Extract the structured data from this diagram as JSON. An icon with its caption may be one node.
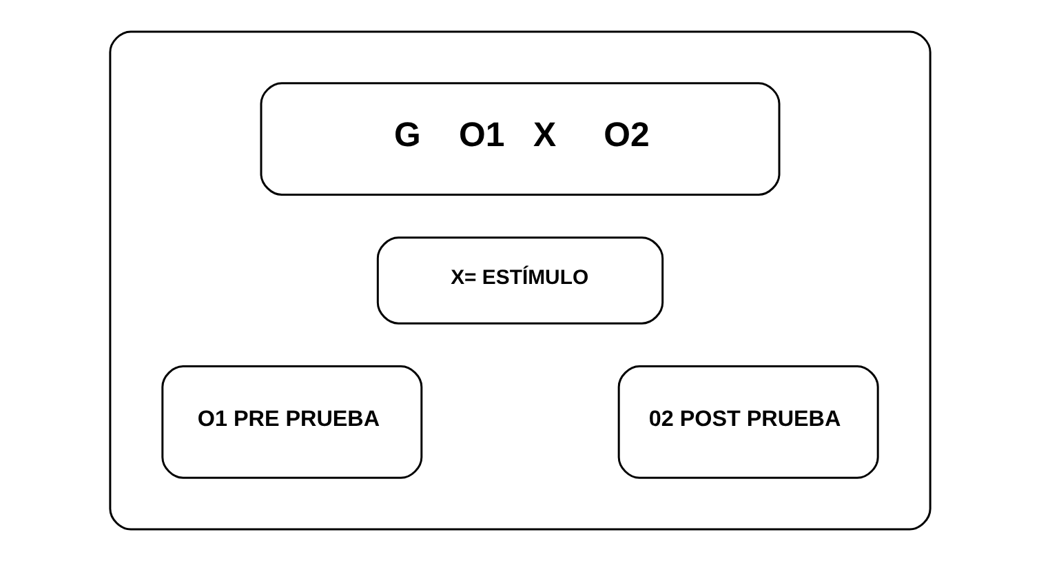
{
  "diagram": {
    "nodes": [
      {
        "text": [],
        "shape": "box"
      },
      {
        "text": [
          "G    O1   X     O2"
        ],
        "in": 0
      },
      {
        "text": [
          "X= ESTÍMULO"
        ],
        "in": 0
      },
      {
        "text": [
          "O1 PRE PRUEBA"
        ],
        "in": 0
      },
      {
        "text": [
          "02 POST PRUEBA"
        ],
        "in": 0
      }
    ],
    "edges": []
  }
}
